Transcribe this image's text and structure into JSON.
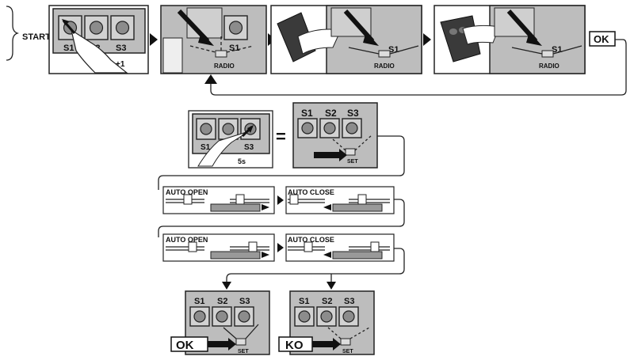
{
  "start_label": "START",
  "buttons": {
    "s1": "S1",
    "s2": "S2",
    "s3": "S3"
  },
  "step1": {
    "press_count": "+1"
  },
  "radio_label": "RADIO",
  "ok_label": "OK",
  "ko_label": "KO",
  "equals": "=",
  "hold_time": "5s",
  "set_label": "SET",
  "auto_open": "AUTO OPEN",
  "auto_close": "AUTO CLOSE",
  "colors": {
    "panel": "#bdbdbd",
    "button": "#8c8c8c",
    "ink": "#111111"
  }
}
